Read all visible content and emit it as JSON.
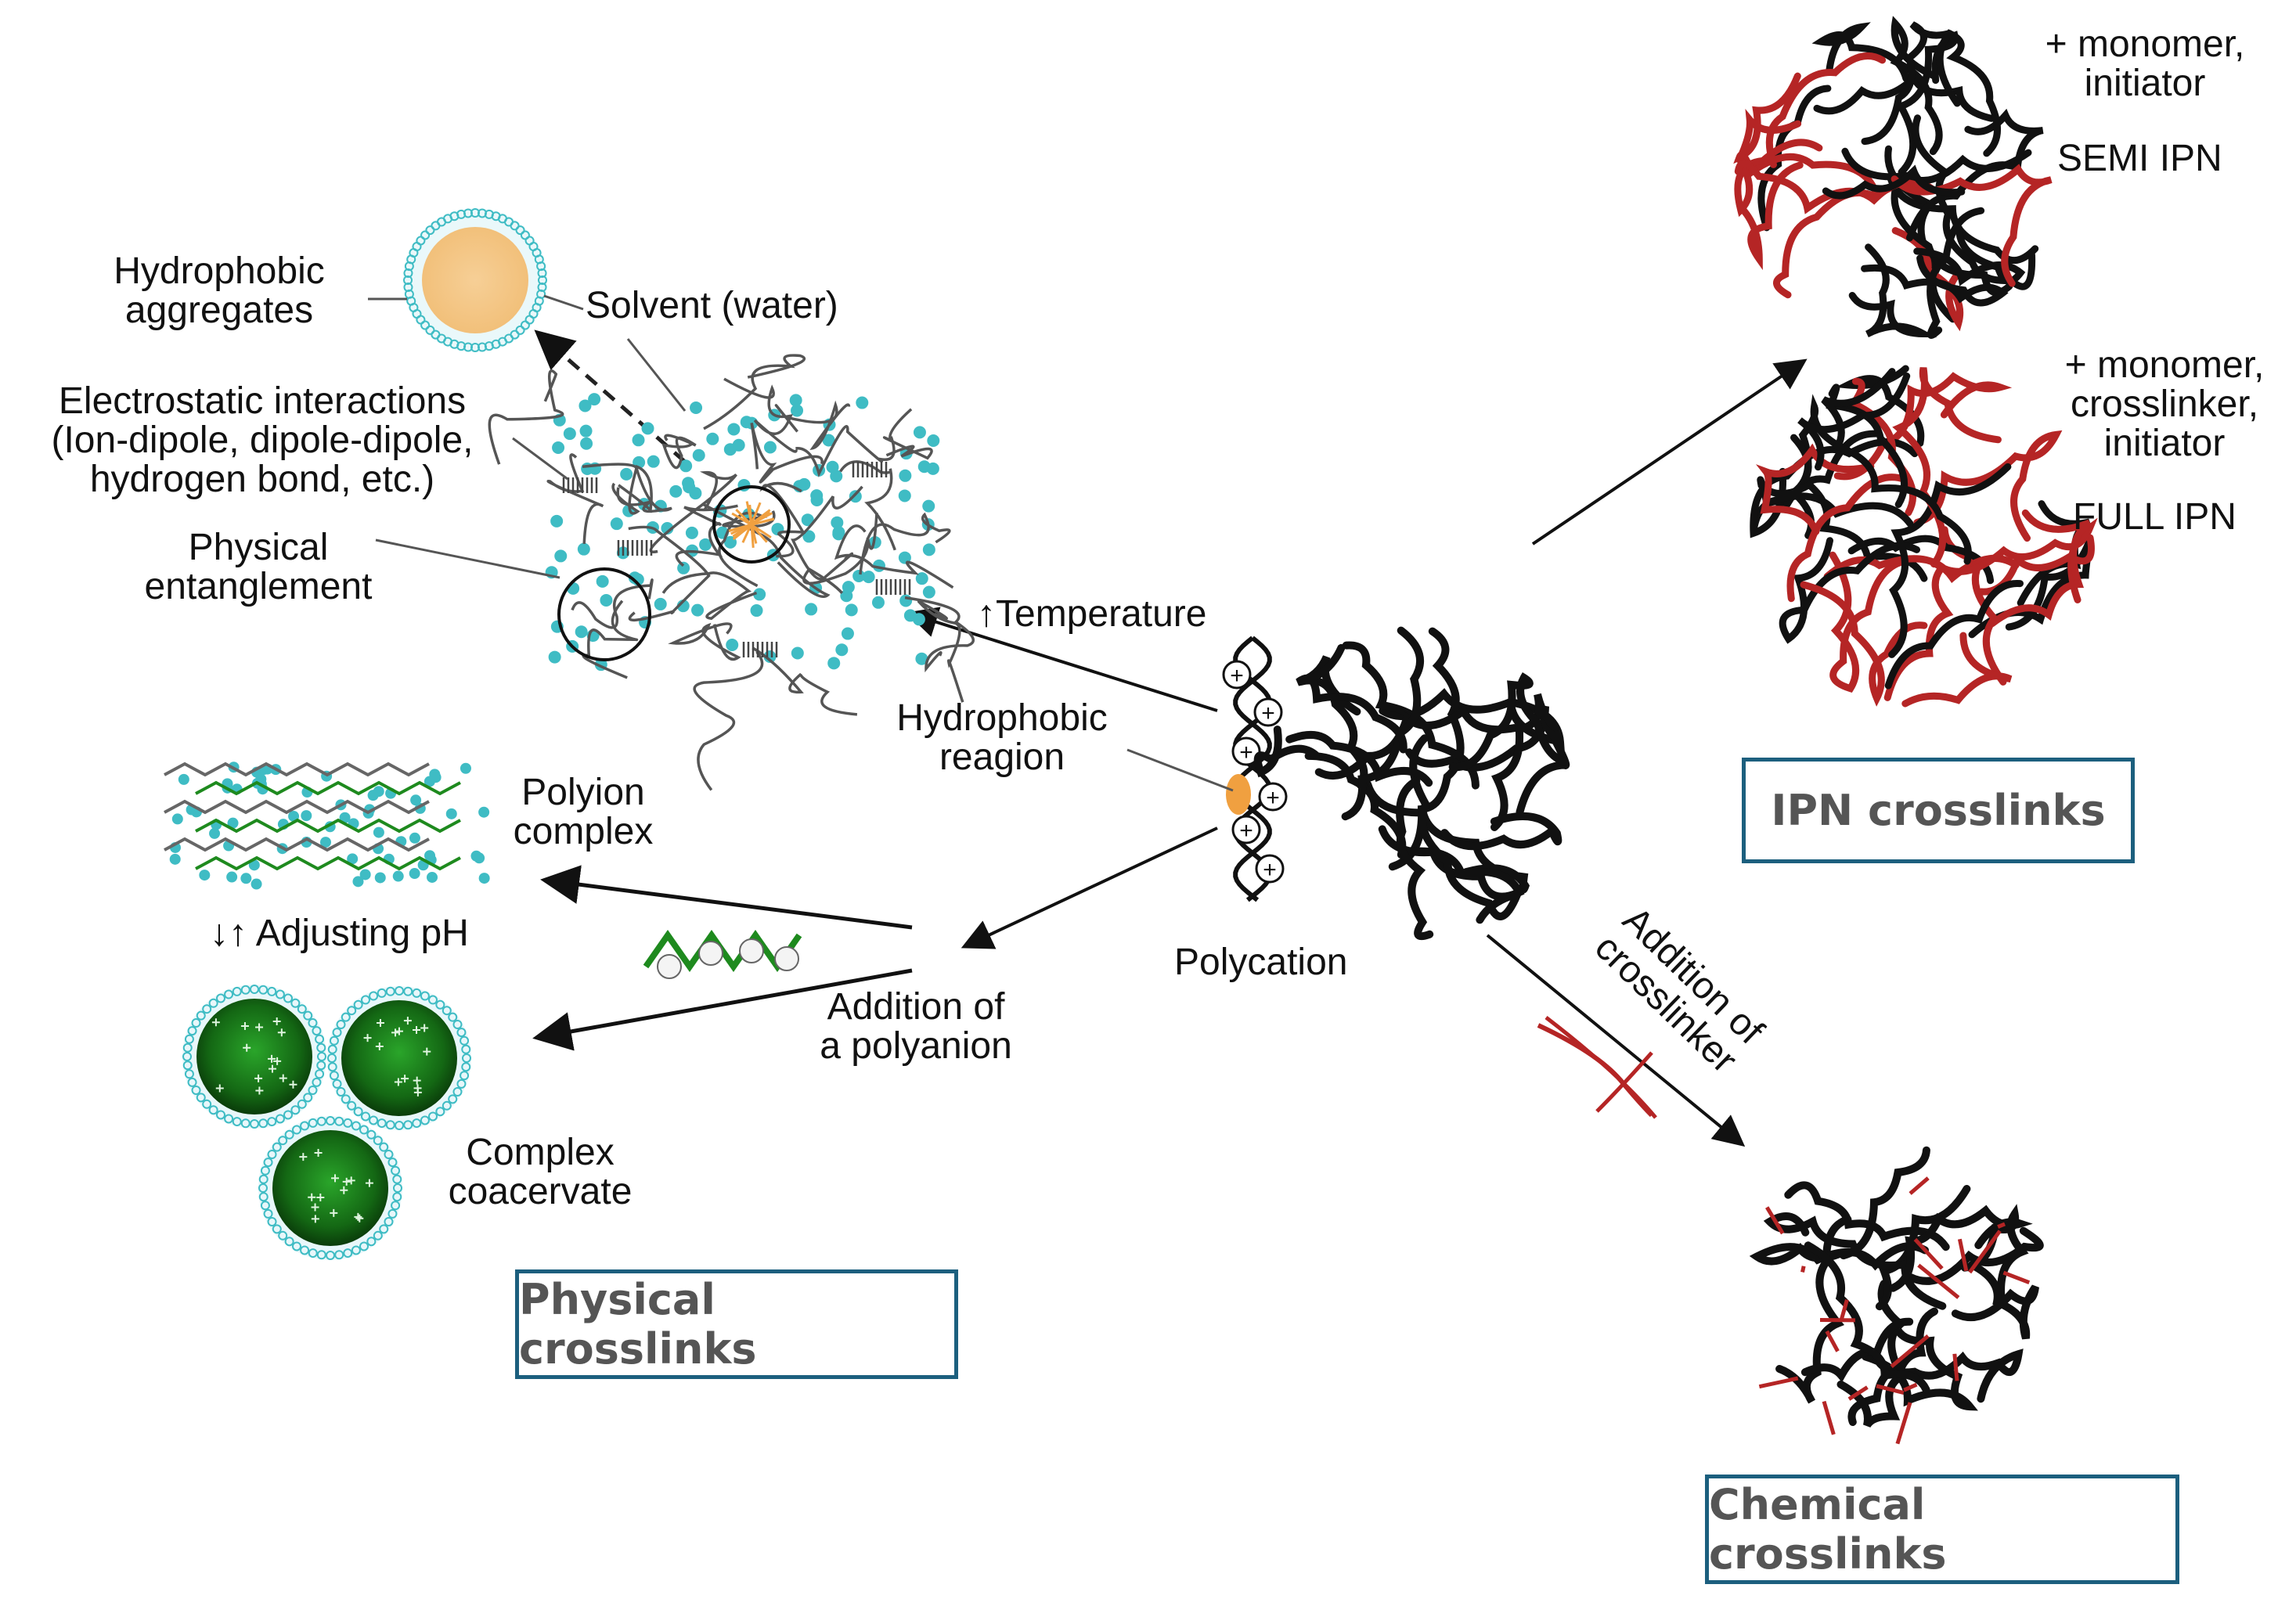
{
  "center": {
    "polycation_label": "Polycation",
    "hydrophobic_region_label": [
      "Hydrophobic",
      "reagion"
    ],
    "charge_symbol": "+"
  },
  "physical": {
    "hydrophobic_aggregates": [
      "Hydrophobic",
      "aggregates"
    ],
    "solvent": "Solvent (water)",
    "electrostatic": [
      "Electrostatic interactions",
      "(Ion-dipole, dipole-dipole,",
      "hydrogen bond, etc.)"
    ],
    "entanglement": [
      "Physical",
      "entanglement"
    ],
    "temperature": "↑Temperature",
    "polyion_complex": [
      "Polyion",
      "complex"
    ],
    "adjusting_ph": "↓↑ Adjusting pH",
    "addition_polyanion": [
      "Addition of",
      "a polyanion"
    ],
    "complex_coacervate": [
      "Complex",
      "coacervate"
    ],
    "box_label": "Physical crosslinks"
  },
  "ipn": {
    "semi_note": [
      "+ monomer,",
      "initiator"
    ],
    "semi_label": "SEMI IPN",
    "full_note": [
      "+ monomer,",
      "crosslinker,",
      "initiator"
    ],
    "full_label": "FULL IPN",
    "box_label": "IPN crosslinks"
  },
  "chemical": {
    "addition_crosslinker": [
      "Addition of",
      "crosslinker"
    ],
    "box_label": "Chemical crosslinks"
  },
  "colors": {
    "ink": "#111111",
    "network_red": "#b52525",
    "box_border": "#1c5f7e",
    "box_text": "#555555",
    "cyan_dot": "#3fbcc4",
    "orange": "#f0a040",
    "green": "#1e8a1e",
    "dark_green": "#0d4d0d"
  }
}
